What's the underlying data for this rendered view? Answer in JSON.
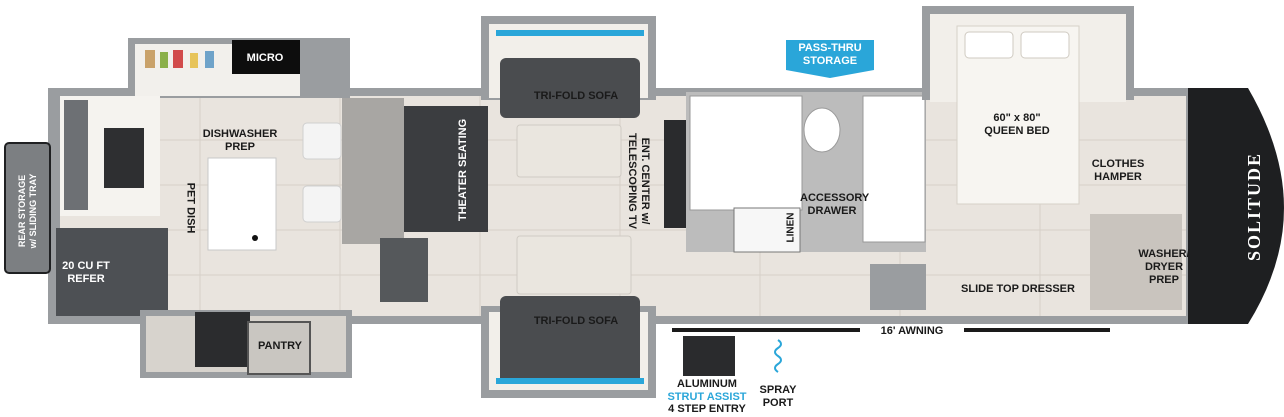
{
  "labels": {
    "micro": "MICRO",
    "dishwasher_prep": "DISHWASHER\nPREP",
    "pet_dish": "PET DISH",
    "rear_storage": "REAR STORAGE\nw/ SLIDING TRAY",
    "refer": "20 CU FT\nREFER",
    "pantry": "PANTRY",
    "tri_fold_sofa_top": "TRI-FOLD SOFA",
    "tri_fold_sofa_bottom": "TRI-FOLD SOFA",
    "theater_seating": "THEATER SEATING",
    "ent_center": "ENT. CENTER w/\nTELESCOPING TV",
    "pass_thru_storage": "PASS-THRU\nSTORAGE",
    "linen": "LINEN",
    "accessory_drawer": "ACCESSORY\nDRAWER",
    "queen_bed": "60\" x 80\"\nQUEEN BED",
    "clothes_hamper": "CLOTHES\nHAMPER",
    "washer_dryer_prep": "WASHER/\nDRYER\nPREP",
    "slide_top_dresser": "SLIDE TOP DRESSER",
    "awning": "16' AWNING",
    "entry_line1": "ALUMINUM",
    "entry_line2": "STRUT ASSIST",
    "entry_line3": "4 STEP ENTRY",
    "spray_port": "SPRAY\nPORT",
    "brand": "SOLITUDE"
  },
  "colors": {
    "wall": "#8a8d90",
    "floor": "#e9e4de",
    "accent_blue": "#2aa6d9",
    "sofa": "#4a4c4f",
    "cap": "#1e1f21"
  }
}
